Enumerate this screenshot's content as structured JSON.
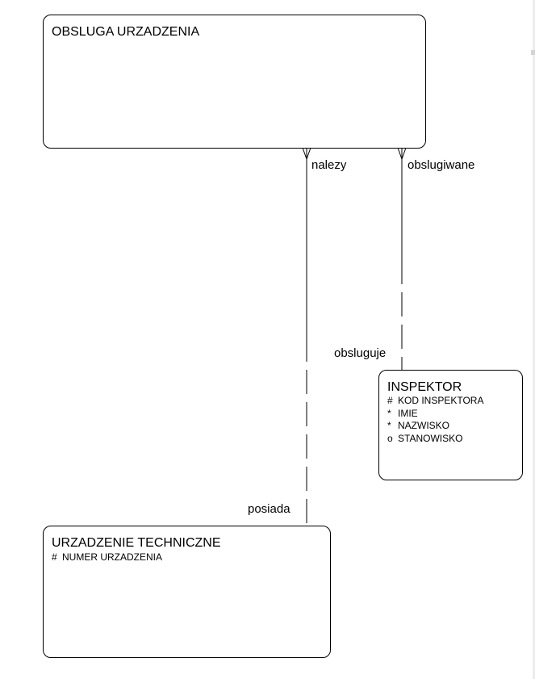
{
  "entities": {
    "obsluga": {
      "title": "OBSLUGA URZADZENIA",
      "attributes": []
    },
    "urzadzenie": {
      "title": "URZADZENIE TECHNICZNE",
      "attributes": [
        {
          "symbol": "#",
          "name": "NUMER URZADZENIA"
        }
      ]
    },
    "inspektor": {
      "title": "INSPEKTOR",
      "attributes": [
        {
          "symbol": "#",
          "name": "KOD INSPEKTORA"
        },
        {
          "symbol": "*",
          "name": "IMIE"
        },
        {
          "symbol": "*",
          "name": "NAZWISKO"
        },
        {
          "symbol": "o",
          "name": "STANOWISKO"
        }
      ]
    }
  },
  "relationships": {
    "nalezy": "nalezy",
    "posiada": "posiada",
    "obslugiwane": "obslugiwane",
    "obsluguje": "obsluguje"
  }
}
